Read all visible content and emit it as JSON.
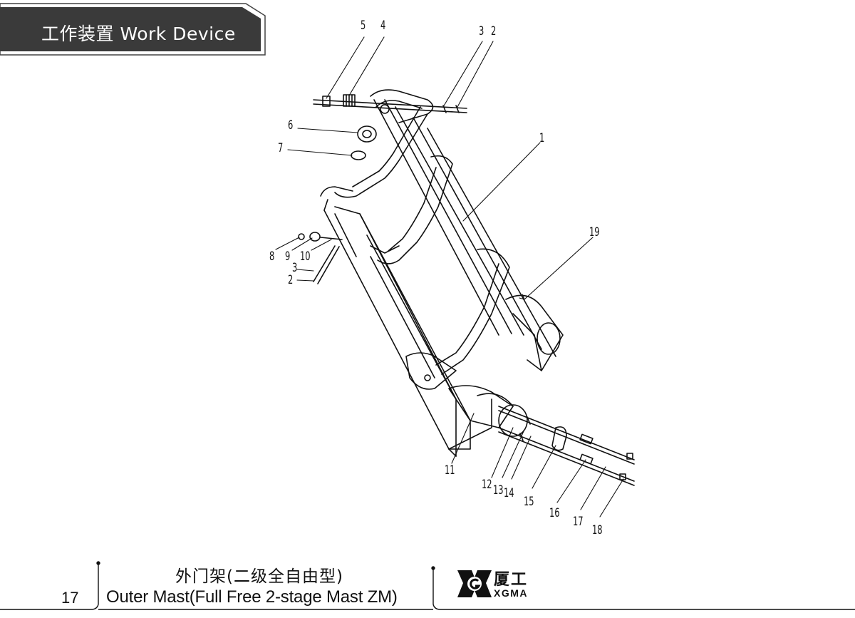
{
  "header": {
    "title": "工作装置  Work Device"
  },
  "diagram": {
    "callouts": [
      {
        "id": "c1",
        "label": "1"
      },
      {
        "id": "c2a",
        "label": "2"
      },
      {
        "id": "c3a",
        "label": "3"
      },
      {
        "id": "c4",
        "label": "4"
      },
      {
        "id": "c5",
        "label": "5"
      },
      {
        "id": "c6",
        "label": "6"
      },
      {
        "id": "c7",
        "label": "7"
      },
      {
        "id": "c8",
        "label": "8"
      },
      {
        "id": "c9",
        "label": "9"
      },
      {
        "id": "c10",
        "label": "10"
      },
      {
        "id": "c3b",
        "label": "3"
      },
      {
        "id": "c2b",
        "label": "2"
      },
      {
        "id": "c19",
        "label": "19"
      },
      {
        "id": "c11",
        "label": "11"
      },
      {
        "id": "c12",
        "label": "12"
      },
      {
        "id": "c13",
        "label": "13"
      },
      {
        "id": "c14",
        "label": "14"
      },
      {
        "id": "c15",
        "label": "15"
      },
      {
        "id": "c16",
        "label": "16"
      },
      {
        "id": "c17",
        "label": "17"
      },
      {
        "id": "c18",
        "label": "18"
      }
    ]
  },
  "footer": {
    "page_number": "17",
    "title_cn": "外门架(二级全自由型)",
    "title_en": "Outer Mast(Full Free 2-stage Mast ZM)",
    "logo_cn": "厦工",
    "logo_en": "XGMA"
  }
}
